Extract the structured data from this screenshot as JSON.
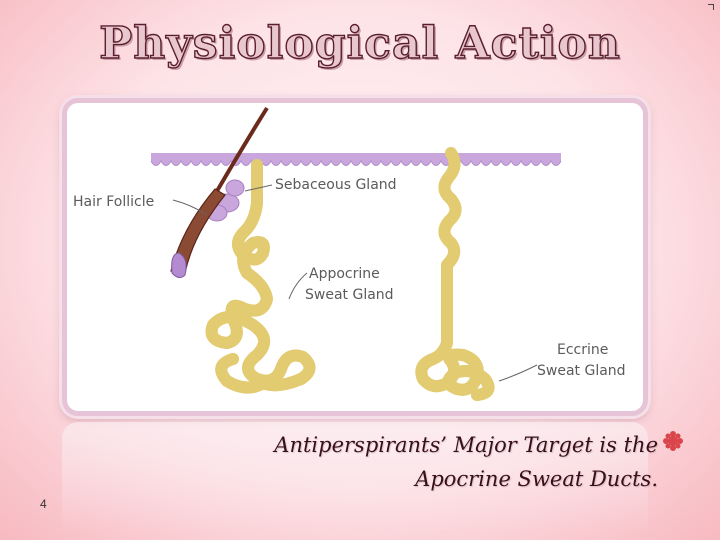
{
  "slide": {
    "title": "Physiological Action",
    "caption_line1": "Antiperspirants’ Major Target is the",
    "caption_line2": "Apocrine Sweat Ducts.",
    "page_number": "4"
  },
  "diagram": {
    "labels": {
      "hair_follicle": "Hair Follicle",
      "sebaceous_gland": "Sebaceous Gland",
      "apocrine_line1": "Appocrine",
      "apocrine_line2": "Sweat Gland",
      "eccrine_line1": "Eccrine",
      "eccrine_line2": "Sweat Gland"
    }
  },
  "colors": {
    "title_fill": "#e8c7cf",
    "title_outline": "#5a1e2e",
    "caption": "#3a0f1c",
    "skin_layer": "#c9a6dc",
    "gland_fill": "#fdf2a8",
    "gland_outline": "#e2cb70",
    "hair": "#6b2a1c",
    "bullet": "#d9454a"
  },
  "icons": {
    "bullet": "flower-bullet-icon"
  }
}
